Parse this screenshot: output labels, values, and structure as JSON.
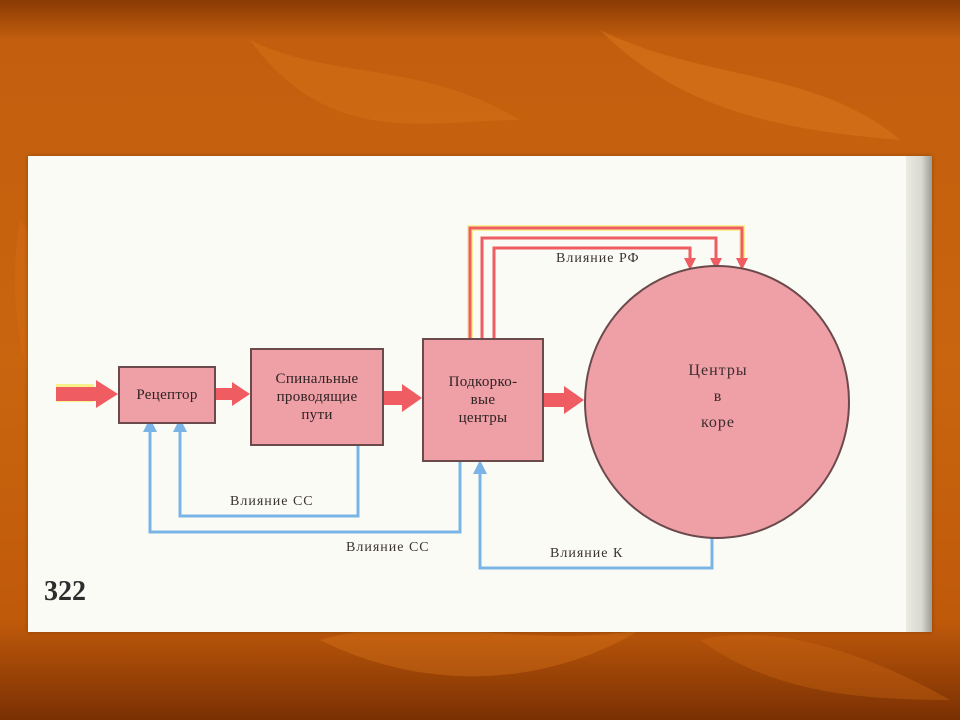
{
  "diagram": {
    "boxes": {
      "receptor": "Рецептор",
      "spinal": "Спинальные\nпроводящие\nпути",
      "subcortical": "Подкорко-\nвые\nцентры"
    },
    "circle": {
      "line1": "Центры",
      "line2": "в",
      "line3": "коре"
    },
    "labels": {
      "rf": "Влияние РФ",
      "cc_inner": "Влияние СС",
      "cc_outer": "Влияние СС",
      "k": "Влияние К"
    },
    "page_number": "322"
  },
  "colors": {
    "box_fill": "#ef9fa6",
    "red_arrow": "#ef5d63",
    "blue_arrow": "#7ab4e6",
    "yellow_glow": "#f7ee6e"
  }
}
